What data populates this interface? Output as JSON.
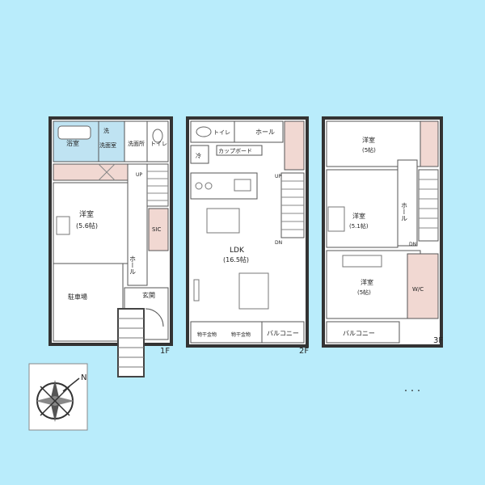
{
  "floors": {
    "f1": {
      "label": "1F",
      "rooms": {
        "bath": "浴室",
        "washroom": "洗面室",
        "washroom_top": "洗",
        "laundry": "洗面所",
        "toilet": "トイレ",
        "yoshitsu": "洋室",
        "yoshitsu_size": "(5.6帖)",
        "hall": "ホール",
        "sic": "SIC",
        "garage": "駐車場",
        "genkan": "玄関"
      },
      "marks": {
        "up": "UP"
      }
    },
    "f2": {
      "label": "2F",
      "rooms": {
        "toilet": "トイレ",
        "hall": "ホール",
        "ldk": "LDK",
        "ldk_size": "(16.5帖)",
        "cupboard": "カップボード",
        "fridge": "冷",
        "storage_left": "物干金物",
        "storage_right": "物干金物",
        "balcony": "バルコニー"
      },
      "marks": {
        "up": "UP",
        "dn": "DN"
      }
    },
    "f3": {
      "label": "3F",
      "rooms": {
        "room1": "洋室",
        "room1_size": "(5帖)",
        "room2": "洋室",
        "room2_size": "(5.1帖)",
        "room3": "洋室",
        "room3_size": "(5帖)",
        "hall": "ホール",
        "wic": "W/C",
        "balcony": "バルコニー"
      },
      "marks": {
        "dn": "DN"
      }
    }
  },
  "compass": {
    "north": "N"
  },
  "ellipsis": "・・・",
  "colors": {
    "background": "#b9ecfb",
    "floor": "#ffffff",
    "wall": "#333333",
    "wet": "#bfe3f2",
    "storage": "#f1d8d2"
  }
}
